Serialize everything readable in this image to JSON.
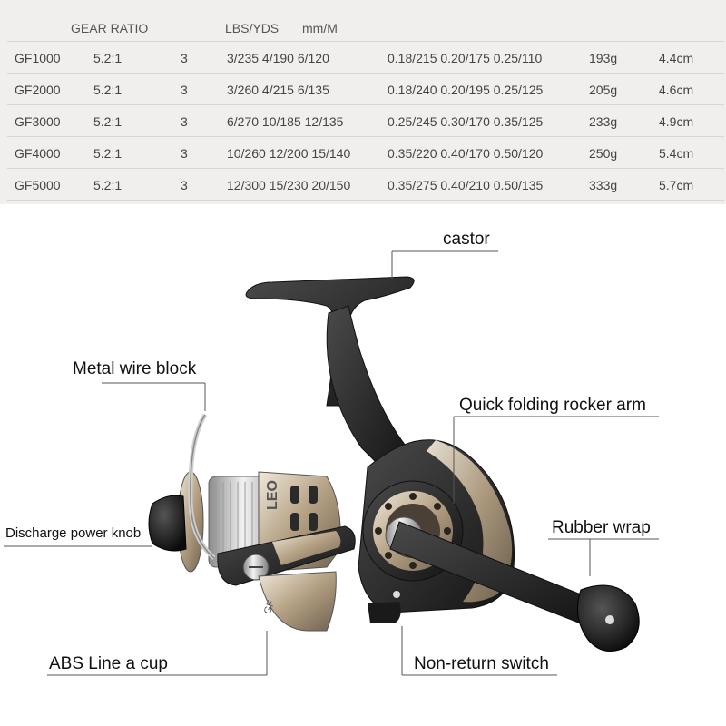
{
  "table": {
    "headers": {
      "gear_ratio": "GEAR RATIO",
      "lbs_yds": "LBS/YDS",
      "mm_m": "mm/M"
    },
    "rows": [
      {
        "model": "GF1000",
        "ratio": "5.2:1",
        "bearings": "3",
        "lbs_yds": "3/235  4/190  6/120",
        "mm_m": "0.18/215  0.20/175  0.25/110",
        "weight": "193g",
        "size": "4.4cm"
      },
      {
        "model": "GF2000",
        "ratio": "5.2:1",
        "bearings": "3",
        "lbs_yds": "3/260  4/215  6/135",
        "mm_m": "0.18/240  0.20/195  0.25/125",
        "weight": "205g",
        "size": "4.6cm"
      },
      {
        "model": "GF3000",
        "ratio": "5.2:1",
        "bearings": "3",
        "lbs_yds": "6/270  10/185  12/135",
        "mm_m": "0.25/245  0.30/170  0.35/125",
        "weight": "233g",
        "size": "4.9cm"
      },
      {
        "model": "GF4000",
        "ratio": "5.2:1",
        "bearings": "3",
        "lbs_yds": "10/260  12/200  15/140",
        "mm_m": "0.35/220  0.40/170  0.50/120",
        "weight": "250g",
        "size": "5.4cm"
      },
      {
        "model": "GF5000",
        "ratio": "5.2:1",
        "bearings": "3",
        "lbs_yds": "12/300  15/230  20/150",
        "mm_m": "0.35/275  0.40/210  0.50/135",
        "weight": "333g",
        "size": "5.7cm"
      }
    ]
  },
  "callouts": {
    "castor": "castor",
    "metal_wire_block": "Metal wire block",
    "quick_folding_rocker_arm": "Quick folding rocker arm",
    "discharge_power_knob": "Discharge power knob",
    "rubber_wrap": "Rubber wrap",
    "abs_line_cup": "ABS Line a cup",
    "non_return_switch": "Non-return switch"
  },
  "spool_branding": "LEO",
  "colors": {
    "table_bg": "#f1efee",
    "body_dark": "#2b2b2b",
    "metal_champagne": "#b9a78d",
    "chrome": "#cfcfcf"
  }
}
